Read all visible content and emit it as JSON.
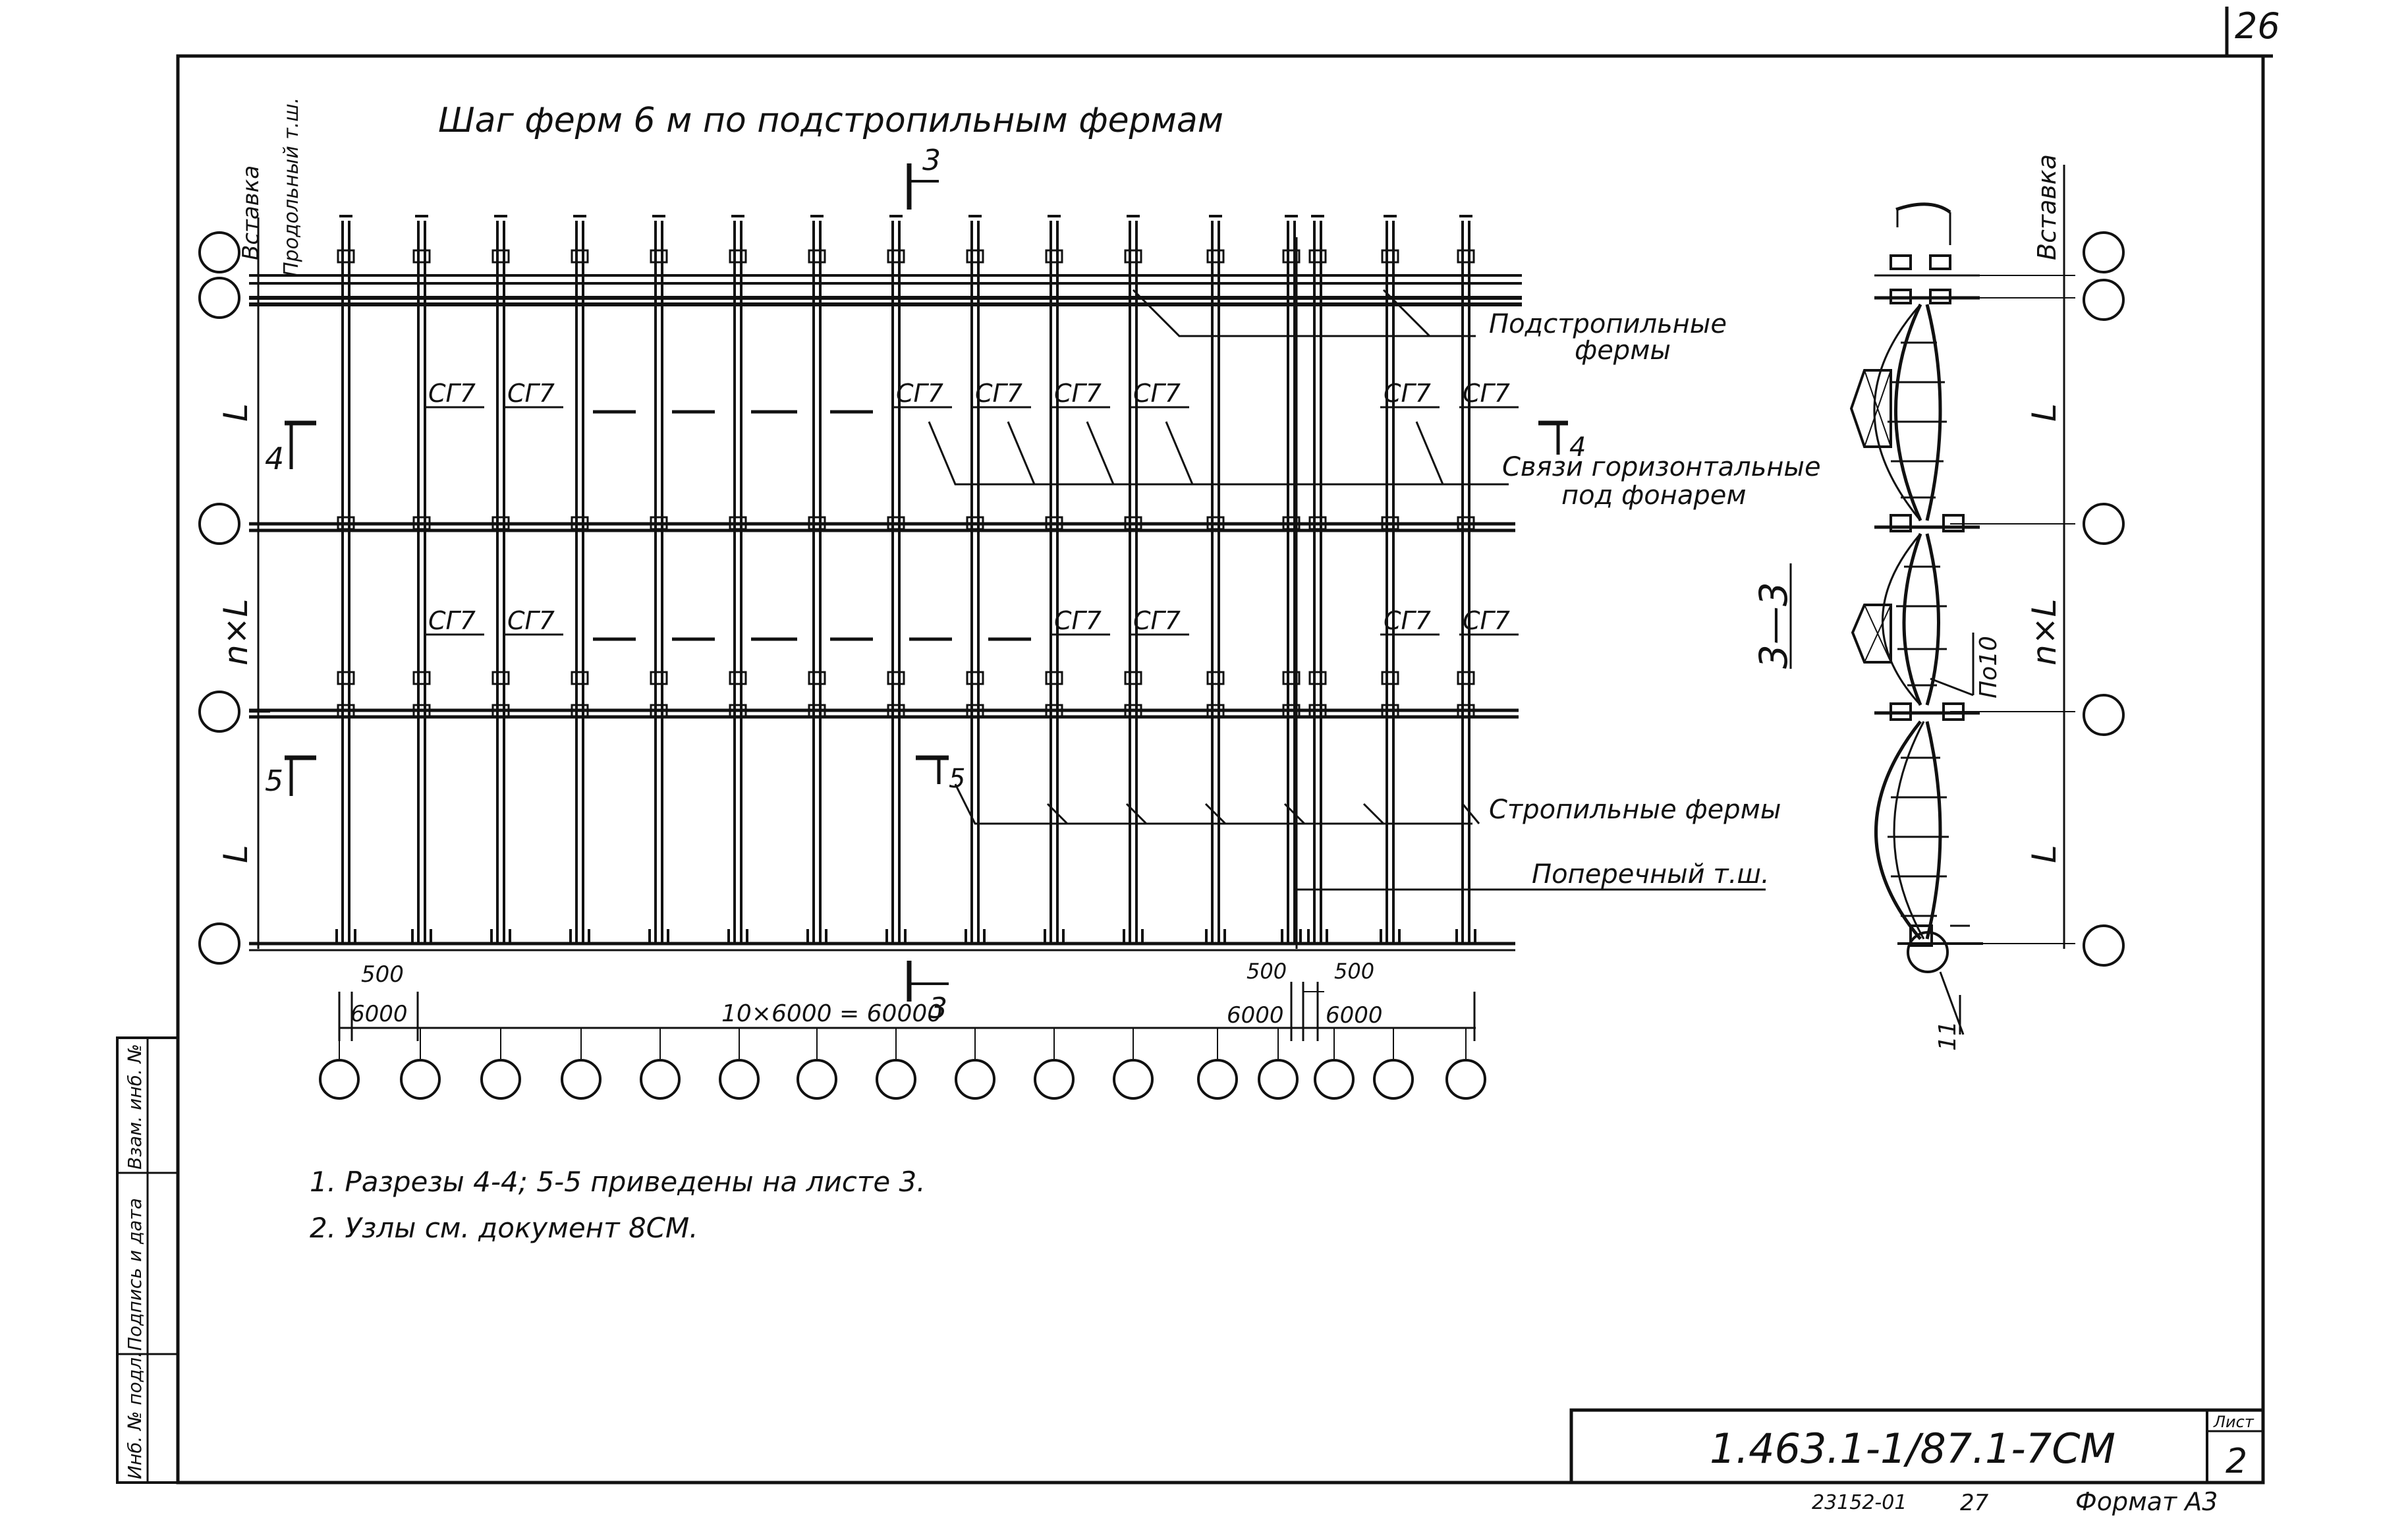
{
  "page_number": "26",
  "title": "Шаг ферм 6 м по подстропильным фермам",
  "axis_left": {
    "vstavka": "Вставка",
    "prodolny": "Продольный т.ш.",
    "span_top": "L",
    "span_mid": "n×L",
    "span_bot": "L"
  },
  "section_marks": {
    "s3_top": "3",
    "s3_bottom": "3",
    "s4_left": "4",
    "s4_right": "4",
    "s5_left": "5",
    "s5_right": "5"
  },
  "brace_label": "СГ7",
  "callouts": {
    "podstropilnye_1": "Подстропильные",
    "podstropilnye_2": "фермы",
    "svyazi_1": "Связи горизонтальные",
    "svyazi_2": "под фонарем",
    "stropilnye": "Стропильные фермы",
    "poperechny": "Поперечный т.ш."
  },
  "dims": {
    "d500_left": "500",
    "d6000_left": "6000",
    "d_total": "10×6000 = 60000",
    "d500_right_a": "500",
    "d500_right_b": "500",
    "d6000_right_a": "6000",
    "d6000_right_b": "6000"
  },
  "section_view": {
    "name": "3—3",
    "vstavka": "Вставка",
    "span_top": "L",
    "span_mid": "n×L",
    "span_bot": "L",
    "node": "По10",
    "node_bottom": "11"
  },
  "notes": [
    "1. Разрезы 4-4; 5-5 приведены на листе 3.",
    "2. Узлы см. документ 8СМ."
  ],
  "side_stamp": [
    "Инб. № подл.",
    "Подпись и дата",
    "Взам. инб. №"
  ],
  "title_block": {
    "code": "1.463.1-1/87.1-7СМ",
    "list_label": "Лист",
    "list_number": "2"
  },
  "footer": {
    "doc_no": "23152-01",
    "page": "27",
    "format": "Формат А3"
  }
}
